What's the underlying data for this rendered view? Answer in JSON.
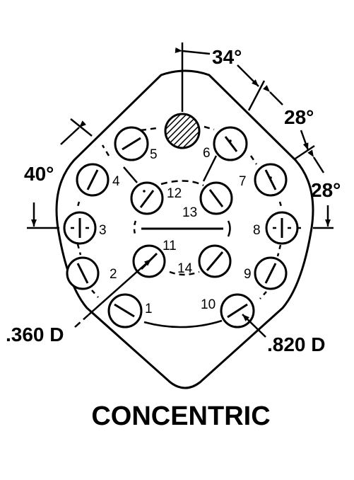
{
  "caption": "CONCENTRIC",
  "pins": {
    "p1": "1",
    "p2": "2",
    "p3": "3",
    "p4": "4",
    "p5": "5",
    "p6": "6",
    "p7": "7",
    "p8": "8",
    "p9": "9",
    "p10": "10",
    "p11": "11",
    "p12": "12",
    "p13": "13",
    "p14": "14"
  },
  "angles": {
    "a34": "34°",
    "a28_upper": "28°",
    "a28_lower": "28°",
    "a40": "40°"
  },
  "diameters": {
    "small": ".360 D",
    "large": ".820 D"
  }
}
